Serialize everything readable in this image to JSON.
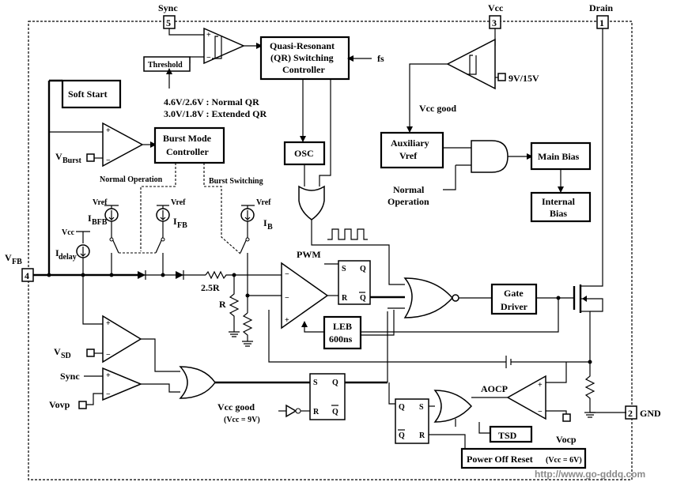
{
  "pins": {
    "sync": {
      "number": "5",
      "name": "Sync"
    },
    "vcc": {
      "number": "3",
      "name": "Vcc"
    },
    "drain": {
      "number": "1",
      "name": "Drain"
    },
    "vfb": {
      "number": "4",
      "name": "V",
      "sub": "FB"
    },
    "gnd": {
      "number": "2",
      "name": "GND"
    }
  },
  "blocks": {
    "qr_line1": "Quasi-Resonant",
    "qr_line2": "(QR) Switching",
    "qr_line3": "Controller",
    "threshold": "Threshold",
    "soft_start": "Soft Start",
    "burst_line1": "Burst Mode",
    "burst_line2": "Controller",
    "osc": "OSC",
    "aux_line1": "Auxiliary",
    "aux_line2": "Vref",
    "main_bias": "Main Bias",
    "internal_line1": "Internal",
    "internal_line2": "Bias",
    "gate_line1": "Gate",
    "gate_line2": "Driver",
    "leb_line1": "LEB",
    "leb_line2": "600ns",
    "tsd": "TSD",
    "por_main": "Power Off Reset",
    "por_note": "(Vcc = 6V)"
  },
  "labels": {
    "fs": "fs",
    "qr_note1": "4.6V/2.6V : Normal QR",
    "qr_note2": "3.0V/1.8V : Extended QR",
    "vcc_hyst": "9V/15V",
    "vcc_good": "Vcc good",
    "normal_op_right1": "Normal",
    "normal_op_right2": "Operation",
    "normal_op_left": "Normal Operation",
    "burst_switching": "Burst Switching",
    "vburst": "V",
    "vburst_sub": "Burst",
    "vref1": "Vref",
    "vref2": "Vref",
    "vref3": "Vref",
    "ibfb": "I",
    "ibfb_sub": "BFB",
    "ifb": "I",
    "ifb_sub": "FB",
    "ib": "I",
    "ib_sub": "B",
    "vcc_left": "Vcc",
    "idelay": "I",
    "idelay_sub": "delay",
    "pwm": "PWM",
    "r25": "2.5R",
    "r": "R",
    "vsd": "V",
    "vsd_sub": "SD",
    "sync_in": "Sync",
    "vovp": "Vovp",
    "vcc_good2": "Vcc good",
    "vcc_good2_note": "(Vcc = 9V)",
    "aocp": "AOCP",
    "vocp": "Vocp",
    "ff_s": "S",
    "ff_r": "R",
    "ff_q": "Q",
    "ff_qb": "Q"
  },
  "watermark": "http://www.go-gddq.com"
}
